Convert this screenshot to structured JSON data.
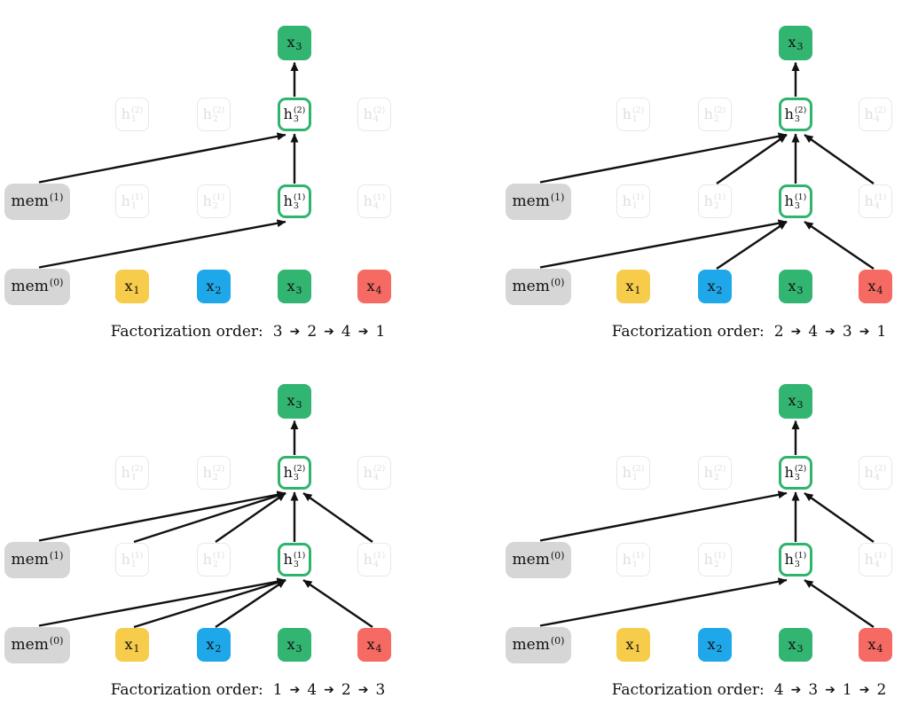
{
  "colors": {
    "yellow": "#f7cc4b",
    "blue": "#1fa8e9",
    "green": "#33b572",
    "red": "#f56a62",
    "mem_gray": "#d6d6d6",
    "faded_border": "#e8e8e8",
    "faded_text": "#dfdfdf",
    "highlight_border": "#2eb46d",
    "arrow_black": "#111111"
  },
  "caption_arrow": "➔",
  "panels": [
    {
      "name": "top-left",
      "caption_prefix": "Factorization order:",
      "caption_sequence": [
        "3",
        "2",
        "4",
        "1"
      ],
      "target_label": {
        "base": "x",
        "sub": "3"
      },
      "mem_middle": {
        "base": "mem",
        "sup": "(1)"
      },
      "mem_bottom": {
        "base": "mem",
        "sup": "(0)"
      },
      "layer2": [
        {
          "id": "h1l2",
          "base": "h",
          "sub": "1",
          "sup": "(2)",
          "state": "faded"
        },
        {
          "id": "h2l2",
          "base": "h",
          "sub": "2",
          "sup": "(2)",
          "state": "faded"
        },
        {
          "id": "h3l2",
          "base": "h",
          "sub": "3",
          "sup": "(2)",
          "state": "highlight"
        },
        {
          "id": "h4l2",
          "base": "h",
          "sub": "4",
          "sup": "(2)",
          "state": "faded"
        }
      ],
      "layer1": [
        {
          "id": "h1l1",
          "base": "h",
          "sub": "1",
          "sup": "(1)",
          "state": "faded"
        },
        {
          "id": "h2l1",
          "base": "h",
          "sub": "2",
          "sup": "(1)",
          "state": "faded"
        },
        {
          "id": "h3l1",
          "base": "h",
          "sub": "3",
          "sup": "(1)",
          "state": "highlight"
        },
        {
          "id": "h4l1",
          "base": "h",
          "sub": "4",
          "sup": "(1)",
          "state": "faded"
        }
      ],
      "inputs": [
        {
          "id": "x1",
          "base": "x",
          "sub": "1",
          "color": "yellow"
        },
        {
          "id": "x2",
          "base": "x",
          "sub": "2",
          "color": "blue"
        },
        {
          "id": "x3",
          "base": "x",
          "sub": "3",
          "color": "green"
        },
        {
          "id": "x4",
          "base": "x",
          "sub": "4",
          "color": "red"
        }
      ],
      "arrows": [
        [
          "mem0",
          "h3l1"
        ],
        [
          "mem1",
          "h3l2"
        ],
        [
          "h3l1",
          "h3l2"
        ],
        [
          "h3l2",
          "xout"
        ]
      ]
    },
    {
      "name": "top-right",
      "caption_prefix": "Factorization order:",
      "caption_sequence": [
        "2",
        "4",
        "3",
        "1"
      ],
      "target_label": {
        "base": "x",
        "sub": "3"
      },
      "mem_middle": {
        "base": "mem",
        "sup": "(1)"
      },
      "mem_bottom": {
        "base": "mem",
        "sup": "(0)"
      },
      "layer2": [
        {
          "id": "h1l2",
          "base": "h",
          "sub": "1",
          "sup": "(2)",
          "state": "faded"
        },
        {
          "id": "h2l2",
          "base": "h",
          "sub": "2",
          "sup": "(2)",
          "state": "faded"
        },
        {
          "id": "h3l2",
          "base": "h",
          "sub": "3",
          "sup": "(2)",
          "state": "highlight"
        },
        {
          "id": "h4l2",
          "base": "h",
          "sub": "4",
          "sup": "(2)",
          "state": "faded"
        }
      ],
      "layer1": [
        {
          "id": "h1l1",
          "base": "h",
          "sub": "1",
          "sup": "(1)",
          "state": "faded"
        },
        {
          "id": "h2l1",
          "base": "h",
          "sub": "2",
          "sup": "(1)",
          "state": "faded"
        },
        {
          "id": "h3l1",
          "base": "h",
          "sub": "3",
          "sup": "(1)",
          "state": "highlight"
        },
        {
          "id": "h4l1",
          "base": "h",
          "sub": "4",
          "sup": "(1)",
          "state": "faded"
        }
      ],
      "inputs": [
        {
          "id": "x1",
          "base": "x",
          "sub": "1",
          "color": "yellow"
        },
        {
          "id": "x2",
          "base": "x",
          "sub": "2",
          "color": "blue"
        },
        {
          "id": "x3",
          "base": "x",
          "sub": "3",
          "color": "green"
        },
        {
          "id": "x4",
          "base": "x",
          "sub": "4",
          "color": "red"
        }
      ],
      "arrows": [
        [
          "mem0",
          "h3l1"
        ],
        [
          "x2",
          "h3l1"
        ],
        [
          "x4",
          "h3l1"
        ],
        [
          "mem1",
          "h3l2"
        ],
        [
          "h2l1",
          "h3l2"
        ],
        [
          "h4l1",
          "h3l2"
        ],
        [
          "h3l1",
          "h3l2"
        ],
        [
          "h3l2",
          "xout"
        ]
      ]
    },
    {
      "name": "bottom-left",
      "caption_prefix": "Factorization order:",
      "caption_sequence": [
        "1",
        "4",
        "2",
        "3"
      ],
      "target_label": {
        "base": "x",
        "sub": "3"
      },
      "mem_middle": {
        "base": "mem",
        "sup": "(1)"
      },
      "mem_bottom": {
        "base": "mem",
        "sup": "(0)"
      },
      "layer2": [
        {
          "id": "h1l2",
          "base": "h",
          "sub": "1",
          "sup": "(2)",
          "state": "faded"
        },
        {
          "id": "h2l2",
          "base": "h",
          "sub": "2",
          "sup": "(2)",
          "state": "faded"
        },
        {
          "id": "h3l2",
          "base": "h",
          "sub": "3",
          "sup": "(2)",
          "state": "highlight"
        },
        {
          "id": "h4l2",
          "base": "h",
          "sub": "4",
          "sup": "(2)",
          "state": "faded"
        }
      ],
      "layer1": [
        {
          "id": "h1l1",
          "base": "h",
          "sub": "1",
          "sup": "(1)",
          "state": "faded"
        },
        {
          "id": "h2l1",
          "base": "h",
          "sub": "2",
          "sup": "(1)",
          "state": "faded"
        },
        {
          "id": "h3l1",
          "base": "h",
          "sub": "3",
          "sup": "(1)",
          "state": "highlight"
        },
        {
          "id": "h4l1",
          "base": "h",
          "sub": "4",
          "sup": "(1)",
          "state": "faded"
        }
      ],
      "inputs": [
        {
          "id": "x1",
          "base": "x",
          "sub": "1",
          "color": "yellow"
        },
        {
          "id": "x2",
          "base": "x",
          "sub": "2",
          "color": "blue"
        },
        {
          "id": "x3",
          "base": "x",
          "sub": "3",
          "color": "green"
        },
        {
          "id": "x4",
          "base": "x",
          "sub": "4",
          "color": "red"
        }
      ],
      "arrows": [
        [
          "mem0",
          "h3l1"
        ],
        [
          "x1",
          "h3l1"
        ],
        [
          "x2",
          "h3l1"
        ],
        [
          "x4",
          "h3l1"
        ],
        [
          "mem1",
          "h3l2"
        ],
        [
          "h1l1",
          "h3l2"
        ],
        [
          "h2l1",
          "h3l2"
        ],
        [
          "h4l1",
          "h3l2"
        ],
        [
          "h3l1",
          "h3l2"
        ],
        [
          "h3l2",
          "xout"
        ]
      ]
    },
    {
      "name": "bottom-right",
      "caption_prefix": "Factorization order:",
      "caption_sequence": [
        "4",
        "3",
        "1",
        "2"
      ],
      "target_label": {
        "base": "x",
        "sub": "3"
      },
      "mem_middle": {
        "base": "mem",
        "sup": "(0)"
      },
      "mem_bottom": {
        "base": "mem",
        "sup": "(0)"
      },
      "layer2": [
        {
          "id": "h1l2",
          "base": "h",
          "sub": "1",
          "sup": "(2)",
          "state": "faded"
        },
        {
          "id": "h2l2",
          "base": "h",
          "sub": "2",
          "sup": "(2)",
          "state": "faded"
        },
        {
          "id": "h3l2",
          "base": "h",
          "sub": "3",
          "sup": "(2)",
          "state": "highlight"
        },
        {
          "id": "h4l2",
          "base": "h",
          "sub": "4",
          "sup": "(2)",
          "state": "faded"
        }
      ],
      "layer1": [
        {
          "id": "h1l1",
          "base": "h",
          "sub": "1",
          "sup": "(1)",
          "state": "faded"
        },
        {
          "id": "h2l1",
          "base": "h",
          "sub": "2",
          "sup": "(1)",
          "state": "faded"
        },
        {
          "id": "h3l1",
          "base": "h",
          "sub": "3",
          "sup": "(1)",
          "state": "highlight"
        },
        {
          "id": "h4l1",
          "base": "h",
          "sub": "4",
          "sup": "(1)",
          "state": "faded"
        }
      ],
      "inputs": [
        {
          "id": "x1",
          "base": "x",
          "sub": "1",
          "color": "yellow"
        },
        {
          "id": "x2",
          "base": "x",
          "sub": "2",
          "color": "blue"
        },
        {
          "id": "x3",
          "base": "x",
          "sub": "3",
          "color": "green"
        },
        {
          "id": "x4",
          "base": "x",
          "sub": "4",
          "color": "red"
        }
      ],
      "arrows": [
        [
          "mem0",
          "h3l1"
        ],
        [
          "x4",
          "h3l1"
        ],
        [
          "mem1",
          "h3l2"
        ],
        [
          "h4l1",
          "h3l2"
        ],
        [
          "h3l1",
          "h3l2"
        ],
        [
          "h3l2",
          "xout"
        ]
      ]
    }
  ]
}
